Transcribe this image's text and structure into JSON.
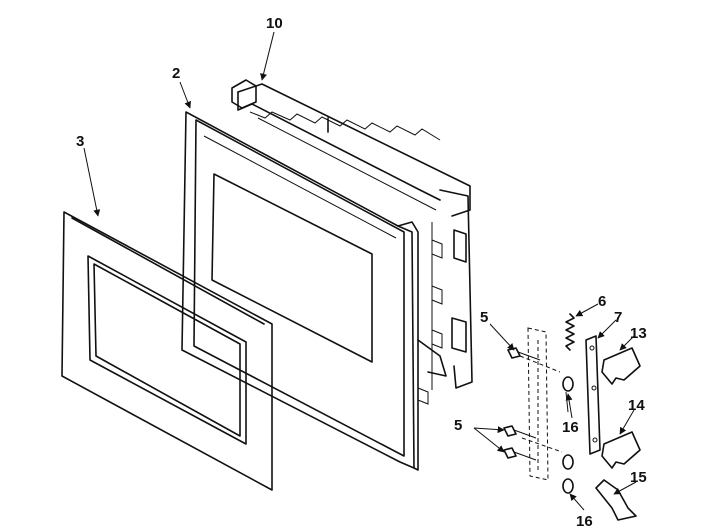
{
  "diagram": {
    "callouts": [
      {
        "id": "c10",
        "label": "10"
      },
      {
        "id": "c2",
        "label": "2"
      },
      {
        "id": "c3",
        "label": "3"
      },
      {
        "id": "c5a",
        "label": "5"
      },
      {
        "id": "c5b",
        "label": "5"
      },
      {
        "id": "c6",
        "label": "6"
      },
      {
        "id": "c7",
        "label": "7"
      },
      {
        "id": "c13",
        "label": "13"
      },
      {
        "id": "c14",
        "label": "14"
      },
      {
        "id": "c15",
        "label": "15"
      },
      {
        "id": "c16a",
        "label": "16"
      },
      {
        "id": "c16b",
        "label": "16"
      }
    ],
    "colors": {
      "line": "#111111",
      "background": "#ffffff"
    }
  }
}
